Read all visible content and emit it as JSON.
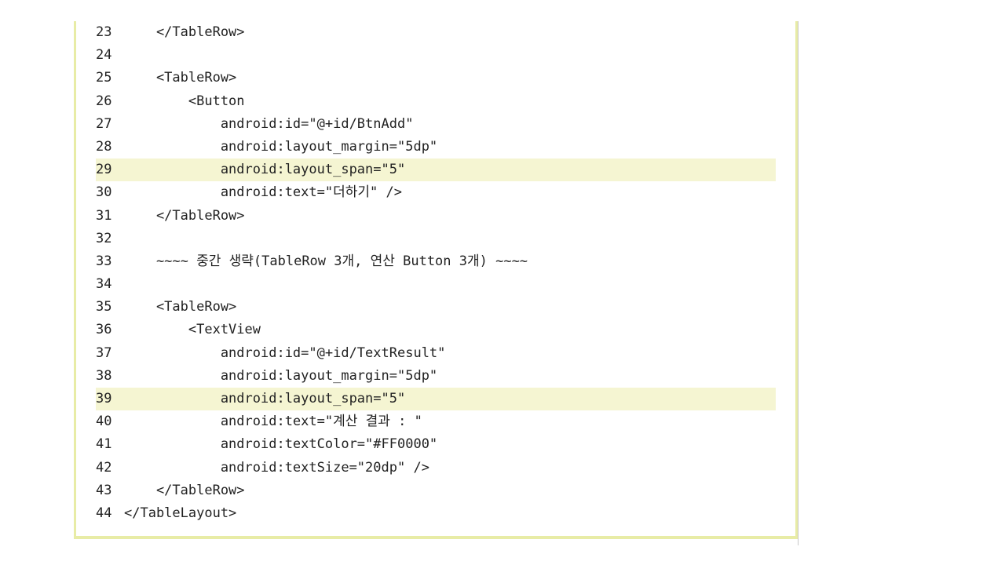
{
  "colors": {
    "panel_border": "#e8eca6",
    "highlight_row": "#f5f5d2",
    "text": "#222222"
  },
  "code": {
    "lines": [
      {
        "n": "23",
        "text": "    </TableRow>",
        "highlight": false
      },
      {
        "n": "24",
        "text": "",
        "highlight": false
      },
      {
        "n": "25",
        "text": "    <TableRow>",
        "highlight": false
      },
      {
        "n": "26",
        "text": "        <Button",
        "highlight": false
      },
      {
        "n": "27",
        "text": "            android:id=\"@+id/BtnAdd\"",
        "highlight": false
      },
      {
        "n": "28",
        "text": "            android:layout_margin=\"5dp\"",
        "highlight": false
      },
      {
        "n": "29",
        "text": "            android:layout_span=\"5\"",
        "highlight": true
      },
      {
        "n": "30",
        "text": "            android:text=\"더하기\" />",
        "highlight": false
      },
      {
        "n": "31",
        "text": "    </TableRow>",
        "highlight": false
      },
      {
        "n": "32",
        "text": "",
        "highlight": false
      },
      {
        "n": "33",
        "text": "    ~~~~ 중간 생략(TableRow 3개, 연산 Button 3개) ~~~~",
        "highlight": false
      },
      {
        "n": "34",
        "text": "",
        "highlight": false
      },
      {
        "n": "35",
        "text": "    <TableRow>",
        "highlight": false
      },
      {
        "n": "36",
        "text": "        <TextView",
        "highlight": false
      },
      {
        "n": "37",
        "text": "            android:id=\"@+id/TextResult\"",
        "highlight": false
      },
      {
        "n": "38",
        "text": "            android:layout_margin=\"5dp\"",
        "highlight": false
      },
      {
        "n": "39",
        "text": "            android:layout_span=\"5\"",
        "highlight": true
      },
      {
        "n": "40",
        "text": "            android:text=\"계산 결과 : \"",
        "highlight": false
      },
      {
        "n": "41",
        "text": "            android:textColor=\"#FF0000\"",
        "highlight": false
      },
      {
        "n": "42",
        "text": "            android:textSize=\"20dp\" />",
        "highlight": false
      },
      {
        "n": "43",
        "text": "    </TableRow>",
        "highlight": false
      },
      {
        "n": "44",
        "text": "</TableLayout>",
        "highlight": false
      }
    ]
  }
}
